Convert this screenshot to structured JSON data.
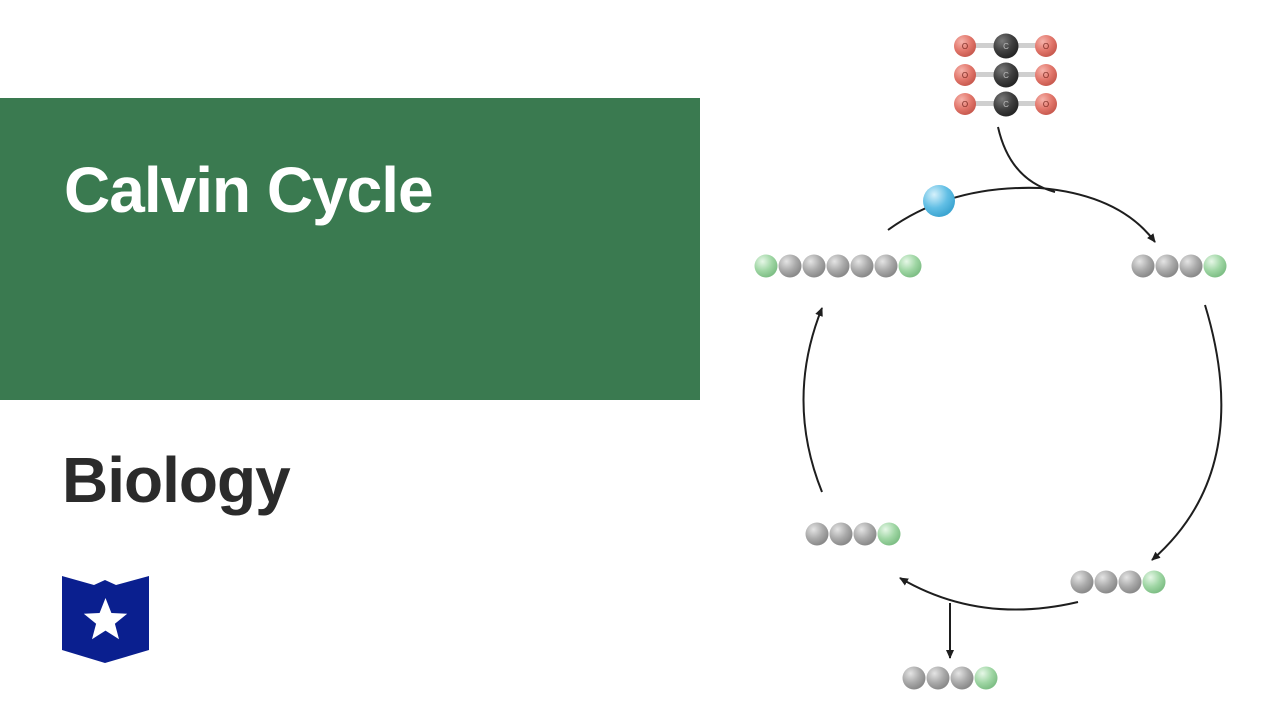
{
  "title": "Calvin Cycle",
  "subject": "Biology",
  "co2_atom_label": "C",
  "co2_oxygen_label": "O",
  "logo_icon": "star-book-icon",
  "colors": {
    "banner": "#3a7a50",
    "title": "#ffffff",
    "subject": "#2b2b2b",
    "logo": "#0a1f8f",
    "oxygen": "#e2776c",
    "carbon_dark": "#3f3f3f",
    "carbon": "#a9a9a9",
    "phosphate": "#9fd6a4",
    "atp": "#62bfe5",
    "arrow": "#1e1e1e"
  }
}
